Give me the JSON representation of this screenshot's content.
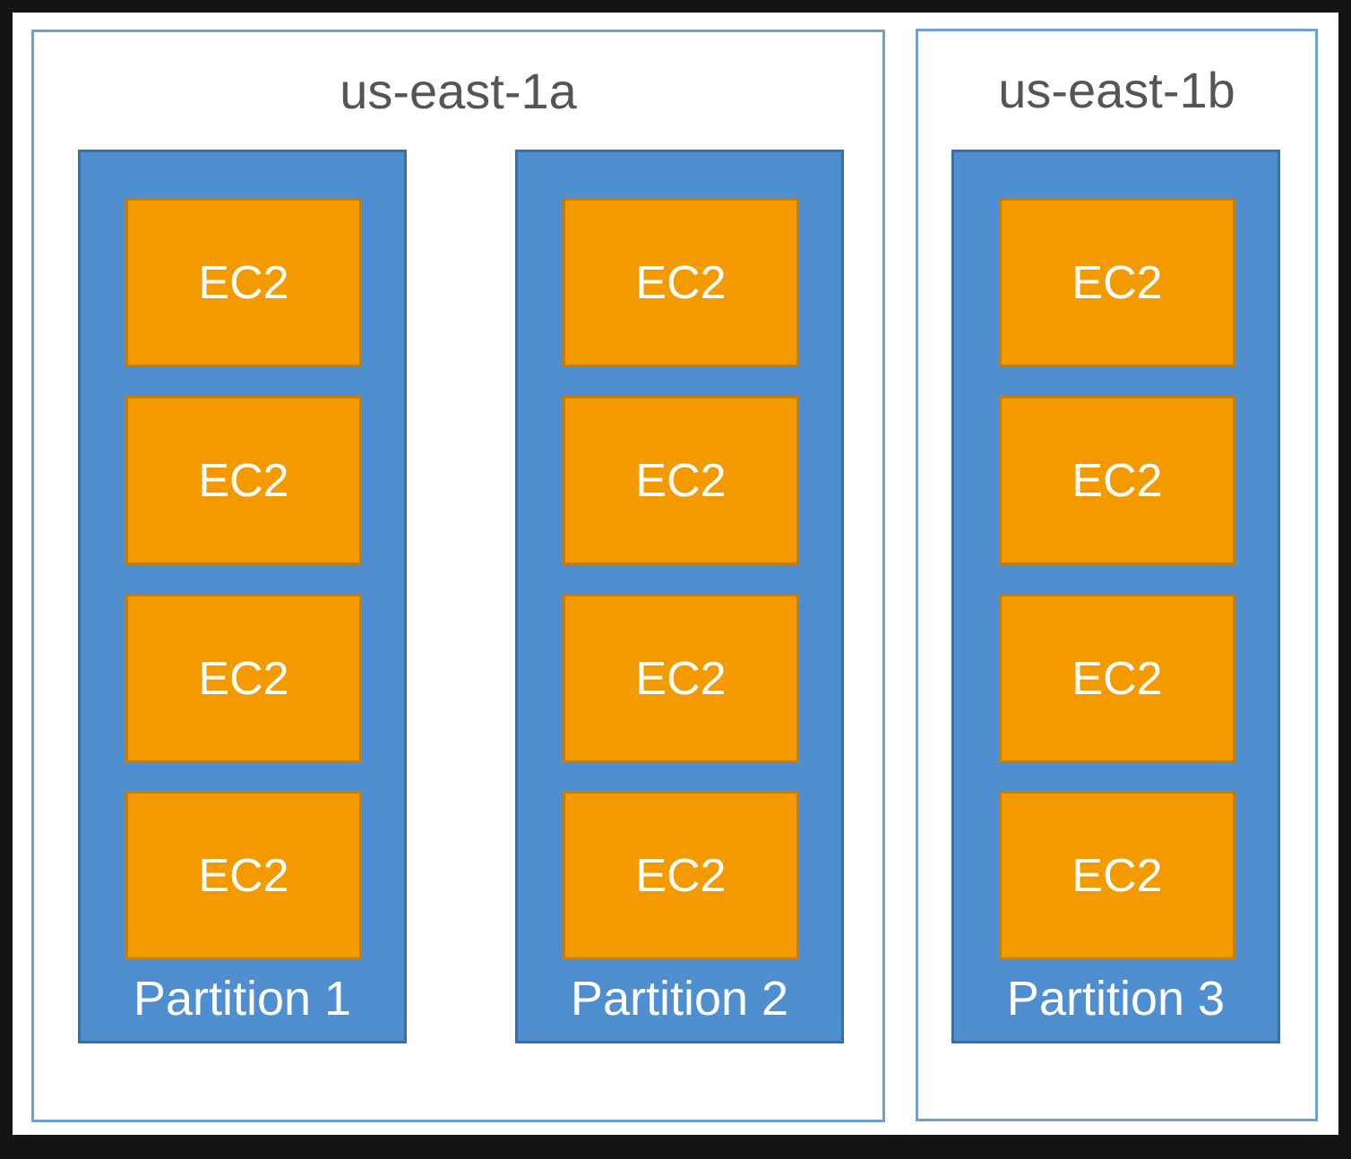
{
  "zones": [
    {
      "label": "us-east-1a"
    },
    {
      "label": "us-east-1b"
    }
  ],
  "partitions": [
    {
      "label": "Partition 1",
      "instances": [
        "EC2",
        "EC2",
        "EC2",
        "EC2"
      ]
    },
    {
      "label": "Partition 2",
      "instances": [
        "EC2",
        "EC2",
        "EC2",
        "EC2"
      ]
    },
    {
      "label": "Partition 3",
      "instances": [
        "EC2",
        "EC2",
        "EC2",
        "EC2"
      ]
    }
  ],
  "colors": {
    "zone_border": "#6f9fd8",
    "partition_fill": "#4f8fcf",
    "instance_fill": "#f39a00"
  }
}
